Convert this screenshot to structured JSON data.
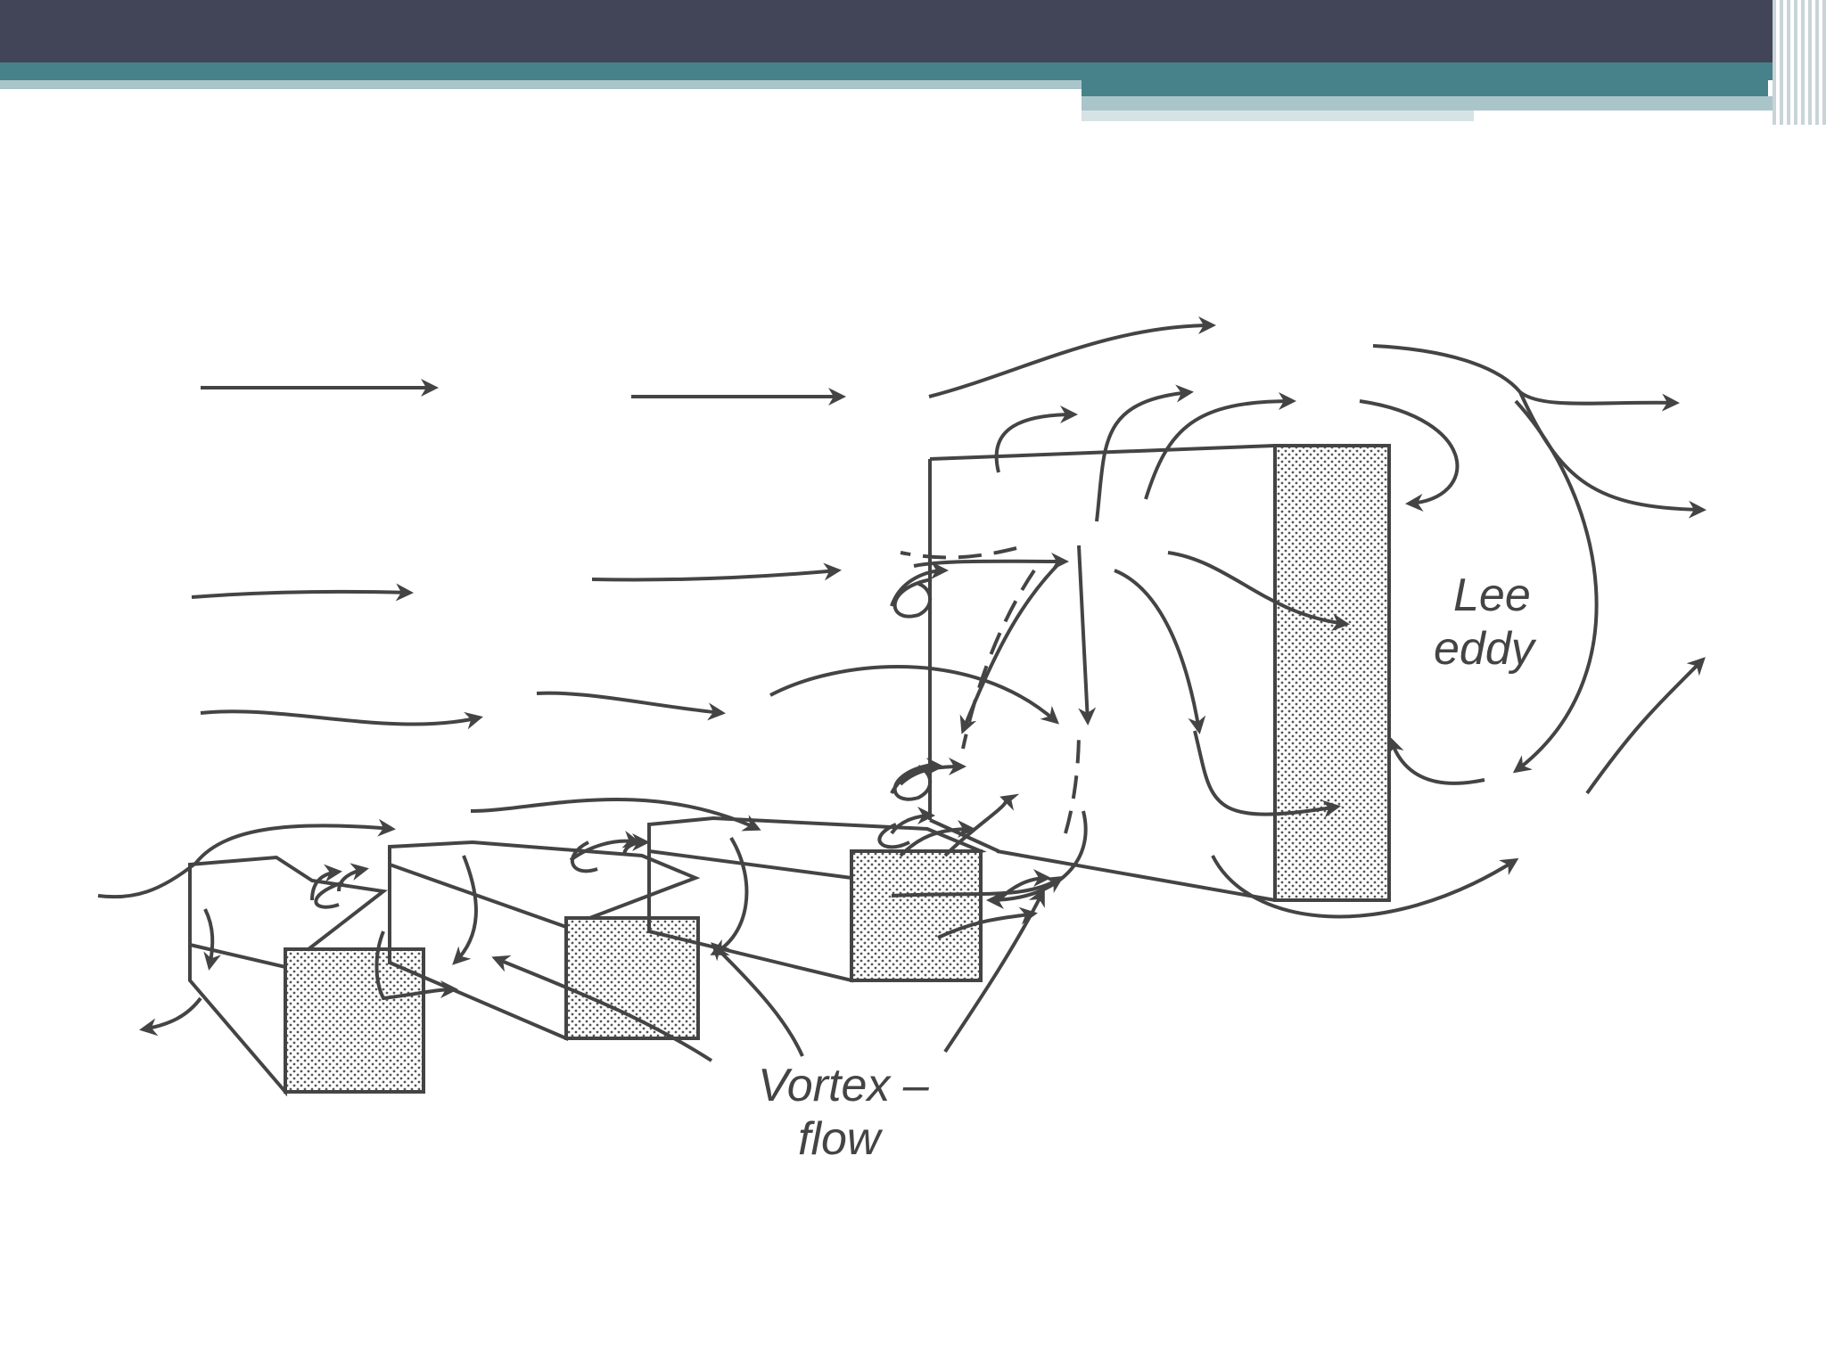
{
  "labels": {
    "lee_line1": "Lee",
    "lee_line2": "eddy",
    "vortex_line1": "Vortex –",
    "vortex_line2": "flow"
  },
  "colors": {
    "header_dark": "#424557",
    "header_teal": "#47818a",
    "header_light": "#aac5ca",
    "ink": "#444444"
  }
}
